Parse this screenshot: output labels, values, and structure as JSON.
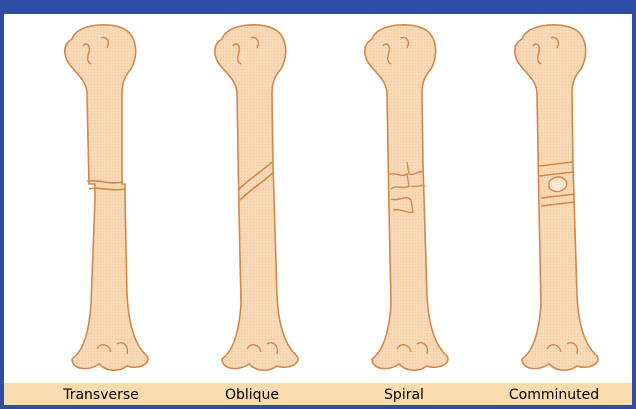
{
  "colors": {
    "frame": "#2f4ea1",
    "bone_fill": "#f7d9b5",
    "bone_stroke": "#d4874a",
    "label_bar": "#f8dcae"
  },
  "fractures": [
    {
      "label": "Transverse",
      "type": "transverse"
    },
    {
      "label": "Oblique",
      "type": "oblique"
    },
    {
      "label": "Spiral",
      "type": "spiral"
    },
    {
      "label": "Comminuted",
      "type": "comminuted"
    }
  ]
}
